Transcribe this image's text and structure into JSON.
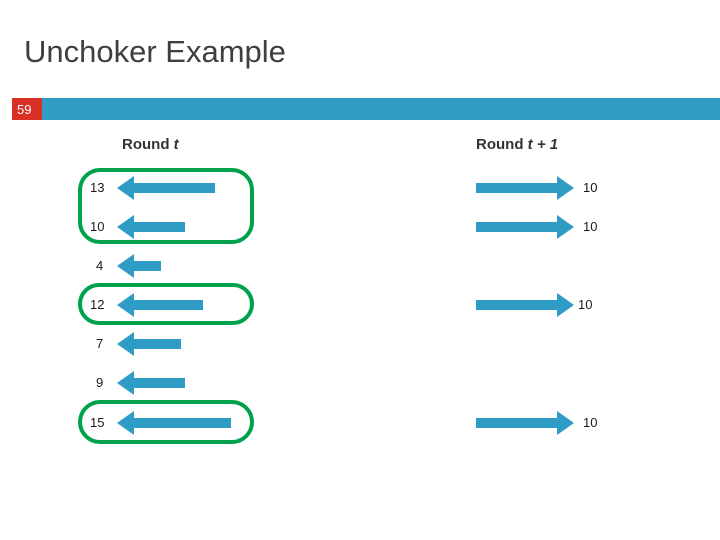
{
  "slide": {
    "title": "Unchoker Example",
    "number": "59",
    "accent_color": "#2e9cc4",
    "number_badge_color": "#d93025",
    "highlight_color": "#00a14b"
  },
  "columns": {
    "left": {
      "prefix": "Round ",
      "italic": "t"
    },
    "right": {
      "prefix": "Round ",
      "italic": "t + 1"
    }
  },
  "rows": [
    {
      "left_value": "13",
      "right_value": "10",
      "highlighted": true,
      "arrow_left": true,
      "arrow_right": true
    },
    {
      "left_value": "10",
      "right_value": "10",
      "highlighted": true,
      "arrow_left": true,
      "arrow_right": true
    },
    {
      "left_value": "4",
      "right_value": "",
      "highlighted": false,
      "arrow_left": true,
      "arrow_right": false
    },
    {
      "left_value": "12",
      "right_value": "10",
      "highlighted": true,
      "arrow_left": true,
      "arrow_right": true
    },
    {
      "left_value": "7",
      "right_value": "",
      "highlighted": false,
      "arrow_left": true,
      "arrow_right": false
    },
    {
      "left_value": "9",
      "right_value": "",
      "highlighted": false,
      "arrow_left": true,
      "arrow_right": false
    },
    {
      "left_value": "15",
      "right_value": "10",
      "highlighted": true,
      "arrow_left": true,
      "arrow_right": true
    }
  ]
}
